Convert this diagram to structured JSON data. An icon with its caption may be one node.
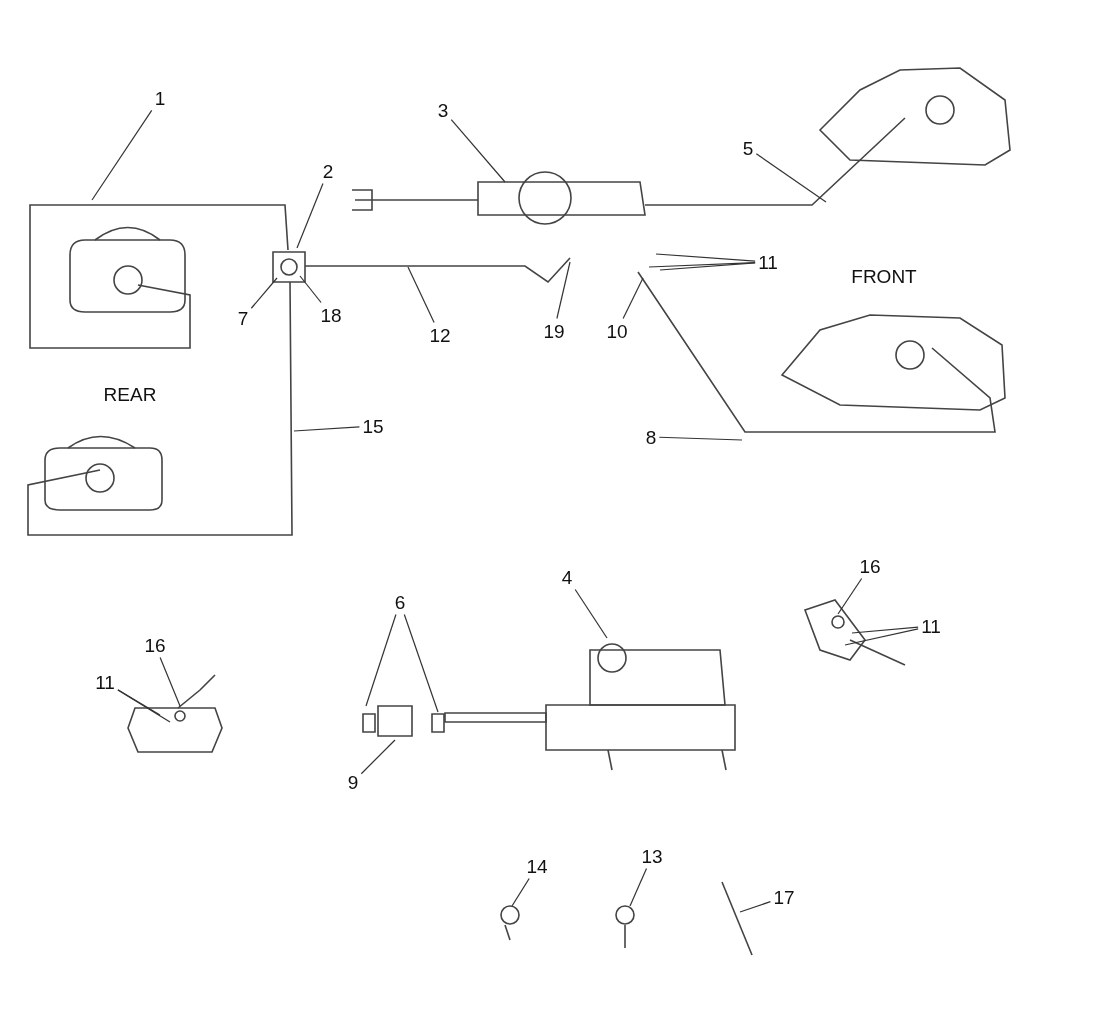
{
  "diagram": {
    "nodes": [
      {
        "text": [
          "1"
        ]
      },
      {
        "text": [
          "3"
        ]
      },
      {
        "text": [
          "2"
        ]
      },
      {
        "text": [
          "5"
        ]
      },
      {
        "text": [
          "11"
        ]
      },
      {
        "text": [
          "7"
        ]
      },
      {
        "text": [
          "18"
        ]
      },
      {
        "text": [
          "12"
        ]
      },
      {
        "text": [
          "19"
        ]
      },
      {
        "text": [
          "10"
        ]
      },
      {
        "text": [
          "8"
        ]
      },
      {
        "text": [
          "15"
        ]
      },
      {
        "text": [
          "4"
        ]
      },
      {
        "text": [
          "16"
        ]
      },
      {
        "text": [
          "6"
        ]
      },
      {
        "text": [
          "11"
        ]
      },
      {
        "text": [
          "16"
        ]
      },
      {
        "text": [
          "11"
        ]
      },
      {
        "text": [
          "9"
        ]
      },
      {
        "text": [
          "14"
        ]
      },
      {
        "text": [
          "13"
        ]
      },
      {
        "text": [
          "17"
        ]
      }
    ],
    "edges": [
      {
        "from": 0,
        "to": null,
        "arrow": "none"
      },
      {
        "from": 1,
        "to": null,
        "arrow": "none"
      },
      {
        "from": 2,
        "to": null,
        "arrow": "none"
      },
      {
        "from": 3,
        "to": null,
        "arrow": "none"
      },
      {
        "from": 4,
        "to": null,
        "arrow": "none"
      },
      {
        "from": 4,
        "to": null,
        "arrow": "none"
      },
      {
        "from": 4,
        "to": null,
        "arrow": "none"
      },
      {
        "from": 5,
        "to": null,
        "arrow": "none"
      },
      {
        "from": 6,
        "to": null,
        "arrow": "none"
      },
      {
        "from": 7,
        "to": null,
        "arrow": "none"
      },
      {
        "from": 8,
        "to": null,
        "arrow": "none"
      },
      {
        "from": 9,
        "to": null,
        "arrow": "none"
      },
      {
        "from": 10,
        "to": null,
        "arrow": "none"
      },
      {
        "from": 11,
        "to": null,
        "arrow": "none"
      },
      {
        "from": 12,
        "to": null,
        "arrow": "none"
      },
      {
        "from": 13,
        "to": null,
        "arrow": "none"
      },
      {
        "from": 14,
        "to": null,
        "arrow": "none"
      },
      {
        "from": 14,
        "to": null,
        "arrow": "none"
      },
      {
        "from": 15,
        "to": null,
        "arrow": "none"
      },
      {
        "from": 15,
        "to": null,
        "arrow": "none"
      },
      {
        "from": 16,
        "to": null,
        "arrow": "none"
      },
      {
        "from": 17,
        "to": null,
        "arrow": "none"
      },
      {
        "from": 17,
        "to": null,
        "arrow": "none"
      },
      {
        "from": 18,
        "to": null,
        "arrow": "none"
      },
      {
        "from": 19,
        "to": null,
        "arrow": "none"
      },
      {
        "from": 20,
        "to": null,
        "arrow": "none"
      },
      {
        "from": 21,
        "to": null,
        "arrow": "none"
      }
    ],
    "labels": [
      "FRONT",
      "REAR"
    ]
  }
}
